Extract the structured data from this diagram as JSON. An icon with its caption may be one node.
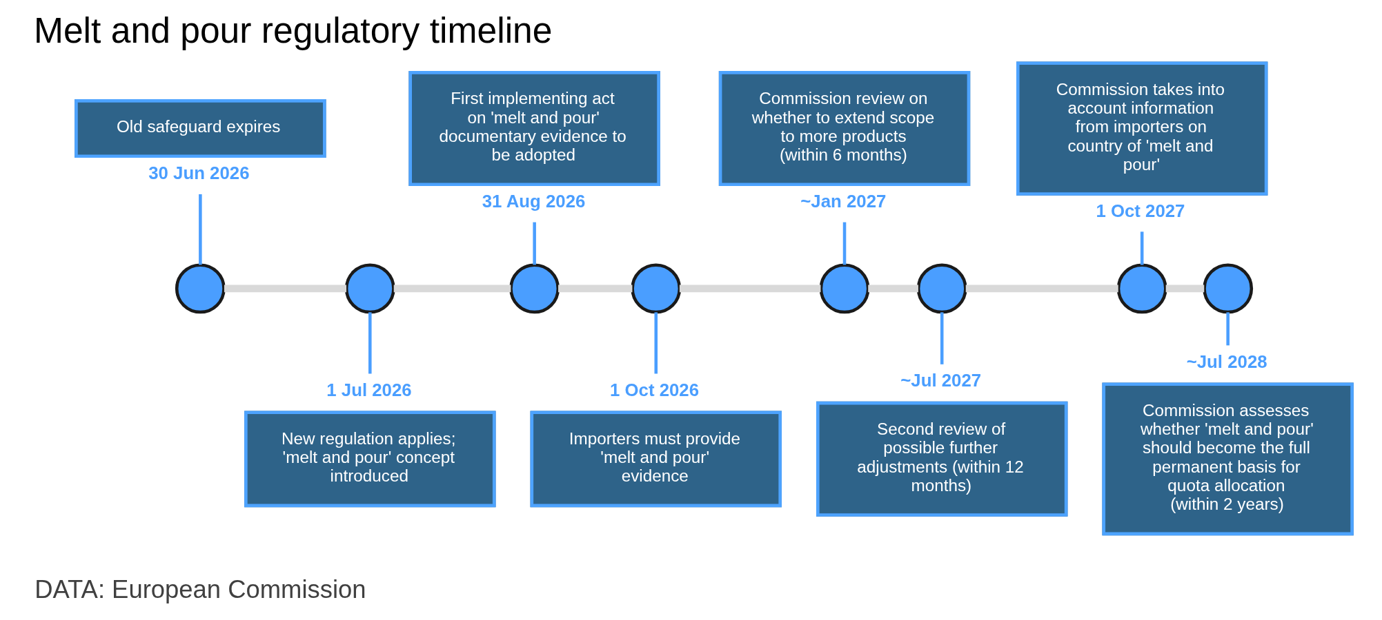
{
  "diagram": {
    "title": "Melt and pour regulatory timeline",
    "caption": "DATA: European Commission",
    "nodes": [
      {
        "text": [
          "Old safeguard expires"
        ],
        "beside": [
          "30 Jun 2026"
        ]
      },
      {
        "text": [],
        "shape": "circle"
      },
      {
        "text": [
          "New regulation applies; 'melt and pour' concept introduced"
        ],
        "beside": [
          "1 Jul 2026"
        ]
      },
      {
        "text": [],
        "shape": "circle"
      },
      {
        "text": [
          "First implementing act on 'melt and pour' documentary evidence to be adopted"
        ],
        "beside": [
          "31 Aug 2026"
        ]
      },
      {
        "text": [],
        "shape": "circle"
      },
      {
        "text": [
          "Importers must provide 'melt and pour' evidence"
        ],
        "beside": [
          "1 Oct 2026"
        ]
      },
      {
        "text": [],
        "shape": "circle"
      },
      {
        "text": [
          "Commission review on whether to extend scope to more products (within 6 months)"
        ],
        "beside": [
          "~Jan 2027"
        ]
      },
      {
        "text": [],
        "shape": "circle"
      },
      {
        "text": [
          "Second review of possible further adjustments (within 12 months)"
        ],
        "beside": [
          "~Jul 2027"
        ]
      },
      {
        "text": [],
        "shape": "circle"
      },
      {
        "text": [
          "Commission takes into account information from importers on country of 'melt and pour'"
        ],
        "beside": [
          "1 Oct 2027"
        ]
      },
      {
        "text": [],
        "shape": "circle"
      },
      {
        "text": [
          "Commission assesses whether 'melt and pour' should become the full permanent basis for quota allocation (within 2 years)"
        ],
        "beside": [
          "~Jul 2028"
        ]
      },
      {
        "text": [],
        "shape": "circle"
      }
    ],
    "edges": [
      {
        "from": 0,
        "to": 1,
        "arrow": "none"
      },
      {
        "from": 3,
        "to": 2,
        "arrow": "none"
      },
      {
        "from": 4,
        "to": 5,
        "arrow": "none"
      },
      {
        "from": 7,
        "to": 6,
        "arrow": "none"
      },
      {
        "from": 8,
        "to": 9,
        "arrow": "none"
      },
      {
        "from": 11,
        "to": 10,
        "arrow": "none"
      },
      {
        "from": 12,
        "to": 13,
        "arrow": "none"
      },
      {
        "from": 15,
        "to": 14,
        "arrow": "none"
      },
      {
        "from": 1,
        "to": 3,
        "arrow": "none",
        "style": "thick",
        "color": "#d9d9d9"
      },
      {
        "from": 3,
        "to": 5,
        "arrow": "none",
        "style": "thick",
        "color": "#d9d9d9"
      },
      {
        "from": 5,
        "to": 7,
        "arrow": "none",
        "style": "thick",
        "color": "#d9d9d9"
      },
      {
        "from": 7,
        "to": 9,
        "arrow": "none",
        "style": "thick",
        "color": "#d9d9d9"
      },
      {
        "from": 9,
        "to": 11,
        "arrow": "none",
        "style": "thick",
        "color": "#d9d9d9"
      },
      {
        "from": 11,
        "to": 13,
        "arrow": "none",
        "style": "thick",
        "color": "#d9d9d9"
      },
      {
        "from": 13,
        "to": 15,
        "arrow": "none",
        "style": "thick",
        "color": "#d9d9d9"
      }
    ]
  }
}
